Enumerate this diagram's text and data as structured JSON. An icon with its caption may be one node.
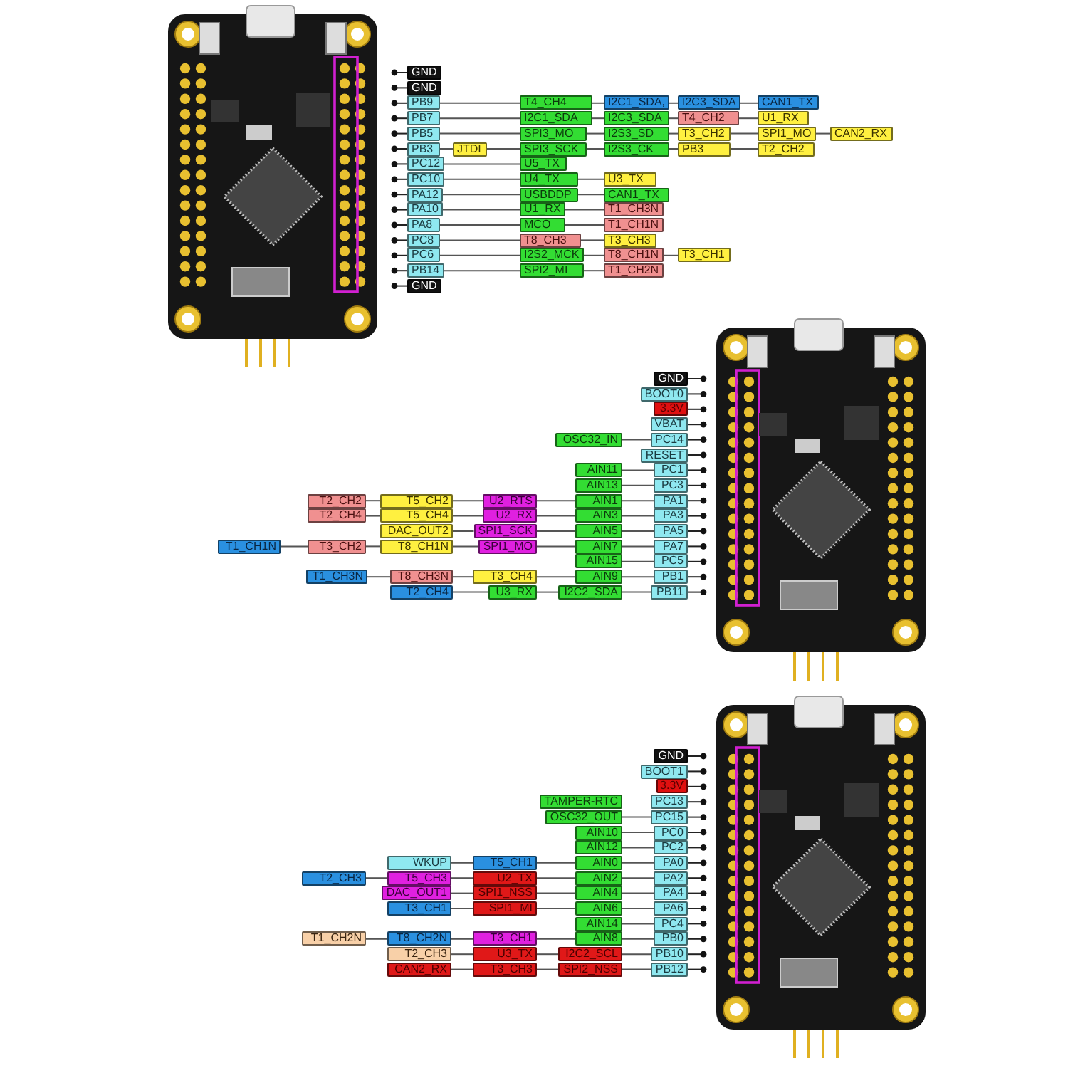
{
  "diagram": {
    "nodes": [
      {
        "text": [
          "GND"
        ]
      },
      {
        "text": [
          "GND"
        ]
      },
      {
        "text": [
          "PB9"
        ]
      },
      {
        "text": [
          "T4_CH4"
        ]
      },
      {
        "text": [
          "I2C1_SDA,"
        ]
      },
      {
        "text": [
          "I2C3_SDA"
        ]
      },
      {
        "text": [
          "CAN1_TX"
        ]
      },
      {
        "text": [
          "PB7"
        ]
      },
      {
        "text": [
          "I2C1_SDA"
        ]
      },
      {
        "text": [
          "I2C3_SDA"
        ]
      },
      {
        "text": [
          "T4_CH2"
        ]
      },
      {
        "text": [
          "U1_RX"
        ]
      },
      {
        "text": [
          "PB5"
        ]
      },
      {
        "text": [
          "SPI3_MO"
        ]
      },
      {
        "text": [
          "I2S3_SD"
        ]
      },
      {
        "text": [
          "T3_CH2"
        ]
      },
      {
        "text": [
          "SPI1_MO"
        ]
      },
      {
        "text": [
          "CAN2_RX"
        ]
      },
      {
        "text": [
          "PB3"
        ]
      },
      {
        "text": [
          "JTDI"
        ]
      },
      {
        "text": [
          "SPI3_SCK"
        ]
      },
      {
        "text": [
          "I2S3_CK"
        ]
      },
      {
        "text": [
          "PB3"
        ]
      },
      {
        "text": [
          "T2_CH2"
        ]
      },
      {
        "text": [
          "PC12"
        ]
      },
      {
        "text": [
          "U5_TX"
        ]
      },
      {
        "text": [
          "PC10"
        ]
      },
      {
        "text": [
          "U4_TX"
        ]
      },
      {
        "text": [
          "U3_TX"
        ]
      },
      {
        "text": [
          "PA12"
        ]
      },
      {
        "text": [
          "USBDDP"
        ]
      },
      {
        "text": [
          "CAN1_TX"
        ]
      },
      {
        "text": [
          "PA10"
        ]
      },
      {
        "text": [
          "U1_RX"
        ]
      },
      {
        "text": [
          "T1_CH3N"
        ]
      },
      {
        "text": [
          "PA8"
        ]
      },
      {
        "text": [
          "MCO"
        ]
      },
      {
        "text": [
          "T1_CH1N"
        ]
      },
      {
        "text": [
          "PC8"
        ]
      },
      {
        "text": [
          "T8_CH3"
        ]
      },
      {
        "text": [
          "T3_CH3"
        ]
      },
      {
        "text": [
          "PC6"
        ]
      },
      {
        "text": [
          "I2S2_MCK"
        ]
      },
      {
        "text": [
          "T8_CH1N"
        ]
      },
      {
        "text": [
          "T3_CH1"
        ]
      },
      {
        "text": [
          "PB14"
        ]
      },
      {
        "text": [
          "SPI2_MI"
        ]
      },
      {
        "text": [
          "T1_CH2N"
        ]
      },
      {
        "text": [
          "GND"
        ]
      },
      {
        "text": [
          "GND"
        ]
      },
      {
        "text": [
          "BOOT0"
        ]
      },
      {
        "text": [
          "3.3V"
        ]
      },
      {
        "text": [
          "VBAT"
        ]
      },
      {
        "text": [
          "PC14"
        ]
      },
      {
        "text": [
          "OSC32_IN"
        ]
      },
      {
        "text": [
          "RESET"
        ]
      },
      {
        "text": [
          "PC1"
        ]
      },
      {
        "text": [
          "AIN11"
        ]
      },
      {
        "text": [
          "PC3"
        ]
      },
      {
        "text": [
          "AIN13"
        ]
      },
      {
        "text": [
          "PA1"
        ]
      },
      {
        "text": [
          "AIN1"
        ]
      },
      {
        "text": [
          "U2_RTS"
        ]
      },
      {
        "text": [
          "T5_CH2"
        ]
      },
      {
        "text": [
          "T2_CH2"
        ]
      },
      {
        "text": [
          "PA3"
        ]
      },
      {
        "text": [
          "AIN3"
        ]
      },
      {
        "text": [
          "U2_RX"
        ]
      },
      {
        "text": [
          "T5_CH4"
        ]
      },
      {
        "text": [
          "T2_CH4"
        ]
      },
      {
        "text": [
          "PA5"
        ]
      },
      {
        "text": [
          "AIN5"
        ]
      },
      {
        "text": [
          "SPI1_SCK"
        ]
      },
      {
        "text": [
          "DAC_OUT2"
        ]
      },
      {
        "text": [
          "PA7"
        ]
      },
      {
        "text": [
          "AIN7"
        ]
      },
      {
        "text": [
          "SPI1_MO"
        ]
      },
      {
        "text": [
          "T8_CH1N"
        ]
      },
      {
        "text": [
          "T3_CH2"
        ]
      },
      {
        "text": [
          "T1_CH1N"
        ]
      },
      {
        "text": [
          "PC5"
        ]
      },
      {
        "text": [
          "AIN15"
        ]
      },
      {
        "text": [
          "PB1"
        ]
      },
      {
        "text": [
          "AIN9"
        ]
      },
      {
        "text": [
          "T3_CH4"
        ]
      },
      {
        "text": [
          "T8_CH3N"
        ]
      },
      {
        "text": [
          "T1_CH3N"
        ]
      },
      {
        "text": [
          "PB11"
        ]
      },
      {
        "text": [
          "I2C2_SDA"
        ]
      },
      {
        "text": [
          "U3_RX"
        ]
      },
      {
        "text": [
          "T2_CH4"
        ]
      },
      {
        "text": [
          "GND"
        ]
      },
      {
        "text": [
          "BOOT1"
        ]
      },
      {
        "text": [
          "3.3V"
        ]
      },
      {
        "text": [
          "PC13"
        ]
      },
      {
        "text": [
          "TAMPER-RTC"
        ]
      },
      {
        "text": [
          "PC15"
        ]
      },
      {
        "text": [
          "OSC32_OUT"
        ]
      },
      {
        "text": [
          "PC0"
        ]
      },
      {
        "text": [
          "AIN10"
        ]
      },
      {
        "text": [
          "PC2"
        ]
      },
      {
        "text": [
          "AIN12"
        ]
      },
      {
        "text": [
          "PA0"
        ]
      },
      {
        "text": [
          "AIN0"
        ]
      },
      {
        "text": [
          "T5_CH1"
        ]
      },
      {
        "text": [
          "WKUP"
        ]
      },
      {
        "text": [
          "PA2"
        ]
      },
      {
        "text": [
          "AIN2"
        ]
      },
      {
        "text": [
          "U2_TX"
        ]
      },
      {
        "text": [
          "T5_CH3"
        ]
      },
      {
        "text": [
          "T2_CH3"
        ]
      },
      {
        "text": [
          "PA4"
        ]
      },
      {
        "text": [
          "AIN4"
        ]
      },
      {
        "text": [
          "SPI1_NSS"
        ]
      },
      {
        "text": [
          "DAC_OUT1"
        ]
      },
      {
        "text": [
          "PA6"
        ]
      },
      {
        "text": [
          "AIN6"
        ]
      },
      {
        "text": [
          "SPI1_MI"
        ]
      },
      {
        "text": [
          "T3_CH1"
        ]
      },
      {
        "text": [
          "PC4"
        ]
      },
      {
        "text": [
          "AIN14"
        ]
      },
      {
        "text": [
          "PB0"
        ]
      },
      {
        "text": [
          "AIN8"
        ]
      },
      {
        "text": [
          "T3_CH1"
        ]
      },
      {
        "text": [
          "T8_CH2N"
        ]
      },
      {
        "text": [
          "T1_CH2N"
        ]
      },
      {
        "text": [
          "PB10"
        ]
      },
      {
        "text": [
          "I2C2_SCL"
        ]
      },
      {
        "text": [
          "U3_TX"
        ]
      },
      {
        "text": [
          "T2_CH3"
        ]
      },
      {
        "text": [
          "PB12"
        ]
      },
      {
        "text": [
          "SPI2_NSS"
        ]
      },
      {
        "text": [
          "T3_CH3"
        ]
      },
      {
        "text": [
          "CAN2_RX"
        ]
      }
    ],
    "edges": [
      {
        "from": 2,
        "to": 3,
        "arrow": "none"
      },
      {
        "from": 3,
        "to": 4,
        "arrow": "none"
      },
      {
        "from": 4,
        "to": 5,
        "arrow": "none"
      },
      {
        "from": 5,
        "to": 6,
        "arrow": "none"
      },
      {
        "from": 7,
        "to": 8,
        "arrow": "none"
      },
      {
        "from": 8,
        "to": 9,
        "arrow": "none"
      },
      {
        "from": 9,
        "to": 10,
        "arrow": "none"
      },
      {
        "from": 10,
        "to": 11,
        "arrow": "none"
      },
      {
        "from": 12,
        "to": 13,
        "arrow": "none"
      },
      {
        "from": 13,
        "to": 14,
        "arrow": "none"
      },
      {
        "from": 14,
        "to": 15,
        "arrow": "none"
      },
      {
        "from": 15,
        "to": 16,
        "arrow": "none"
      },
      {
        "from": 16,
        "to": 17,
        "arrow": "none"
      },
      {
        "from": 18,
        "to": 19,
        "arrow": "none"
      },
      {
        "from": 19,
        "to": 20,
        "arrow": "none"
      },
      {
        "from": 20,
        "to": 21,
        "arrow": "none"
      },
      {
        "from": 21,
        "to": 22,
        "arrow": "none"
      },
      {
        "from": 22,
        "to": 23,
        "arrow": "none"
      },
      {
        "from": 24,
        "to": 25,
        "arrow": "none"
      },
      {
        "from": 26,
        "to": 27,
        "arrow": "none"
      },
      {
        "from": 27,
        "to": 28,
        "arrow": "none"
      },
      {
        "from": 29,
        "to": 30,
        "arrow": "none"
      },
      {
        "from": 30,
        "to": 31,
        "arrow": "none"
      },
      {
        "from": 32,
        "to": 33,
        "arrow": "none"
      },
      {
        "from": 33,
        "to": 34,
        "arrow": "none"
      },
      {
        "from": 35,
        "to": 36,
        "arrow": "none"
      },
      {
        "from": 36,
        "to": 37,
        "arrow": "none"
      },
      {
        "from": 38,
        "to": 39,
        "arrow": "none"
      },
      {
        "from": 39,
        "to": 40,
        "arrow": "none"
      },
      {
        "from": 41,
        "to": 42,
        "arrow": "none"
      },
      {
        "from": 42,
        "to": 43,
        "arrow": "none"
      },
      {
        "from": 43,
        "to": 44,
        "arrow": "none"
      },
      {
        "from": 45,
        "to": 46,
        "arrow": "none"
      },
      {
        "from": 46,
        "to": 47,
        "arrow": "none"
      },
      {
        "from": 53,
        "to": 54,
        "arrow": "none"
      },
      {
        "from": 56,
        "to": 57,
        "arrow": "none"
      },
      {
        "from": 58,
        "to": 59,
        "arrow": "none"
      },
      {
        "from": 60,
        "to": 61,
        "arrow": "none"
      },
      {
        "from": 61,
        "to": 62,
        "arrow": "none"
      },
      {
        "from": 62,
        "to": 63,
        "arrow": "none"
      },
      {
        "from": 63,
        "to": 64,
        "arrow": "none"
      },
      {
        "from": 65,
        "to": 66,
        "arrow": "none"
      },
      {
        "from": 66,
        "to": 67,
        "arrow": "none"
      },
      {
        "from": 67,
        "to": 68,
        "arrow": "none"
      },
      {
        "from": 68,
        "to": 69,
        "arrow": "none"
      },
      {
        "from": 70,
        "to": 71,
        "arrow": "none"
      },
      {
        "from": 71,
        "to": 72,
        "arrow": "none"
      },
      {
        "from": 72,
        "to": 73,
        "arrow": "none"
      },
      {
        "from": 74,
        "to": 75,
        "arrow": "none"
      },
      {
        "from": 75,
        "to": 76,
        "arrow": "none"
      },
      {
        "from": 76,
        "to": 77,
        "arrow": "none"
      },
      {
        "from": 77,
        "to": 78,
        "arrow": "none"
      },
      {
        "from": 78,
        "to": 79,
        "arrow": "none"
      },
      {
        "from": 80,
        "to": 81,
        "arrow": "none"
      },
      {
        "from": 82,
        "to": 83,
        "arrow": "none"
      },
      {
        "from": 83,
        "to": 84,
        "arrow": "none"
      },
      {
        "from": 84,
        "to": 85,
        "arrow": "none"
      },
      {
        "from": 85,
        "to": 86,
        "arrow": "none"
      },
      {
        "from": 87,
        "to": 88,
        "arrow": "none"
      },
      {
        "from": 88,
        "to": 89,
        "arrow": "none"
      },
      {
        "from": 89,
        "to": 90,
        "arrow": "none"
      },
      {
        "from": 96,
        "to": 97,
        "arrow": "none"
      },
      {
        "from": 98,
        "to": 99,
        "arrow": "none"
      },
      {
        "from": 100,
        "to": 101,
        "arrow": "none"
      },
      {
        "from": 102,
        "to": 103,
        "arrow": "none"
      },
      {
        "from": 103,
        "to": 104,
        "arrow": "none"
      },
      {
        "from": 104,
        "to": 105,
        "arrow": "none"
      },
      {
        "from": 106,
        "to": 107,
        "arrow": "none"
      },
      {
        "from": 107,
        "to": 108,
        "arrow": "none"
      },
      {
        "from": 108,
        "to": 109,
        "arrow": "none"
      },
      {
        "from": 109,
        "to": 110,
        "arrow": "none"
      },
      {
        "from": 111,
        "to": 112,
        "arrow": "none"
      },
      {
        "from": 112,
        "to": 113,
        "arrow": "none"
      },
      {
        "from": 113,
        "to": 114,
        "arrow": "none"
      },
      {
        "from": 115,
        "to": 116,
        "arrow": "none"
      },
      {
        "from": 116,
        "to": 117,
        "arrow": "none"
      },
      {
        "from": 117,
        "to": 118,
        "arrow": "none"
      },
      {
        "from": 119,
        "to": 120,
        "arrow": "none"
      },
      {
        "from": 121,
        "to": 122,
        "arrow": "none"
      },
      {
        "from": 122,
        "to": 123,
        "arrow": "none"
      },
      {
        "from": 123,
        "to": 124,
        "arrow": "none"
      },
      {
        "from": 124,
        "to": 125,
        "arrow": "none"
      },
      {
        "from": 126,
        "to": 127,
        "arrow": "none"
      },
      {
        "from": 127,
        "to": 128,
        "arrow": "none"
      },
      {
        "from": 128,
        "to": 129,
        "arrow": "none"
      },
      {
        "from": 130,
        "to": 131,
        "arrow": "none"
      },
      {
        "from": 131,
        "to": 132,
        "arrow": "none"
      },
      {
        "from": 132,
        "to": 133,
        "arrow": "none"
      }
    ]
  }
}
